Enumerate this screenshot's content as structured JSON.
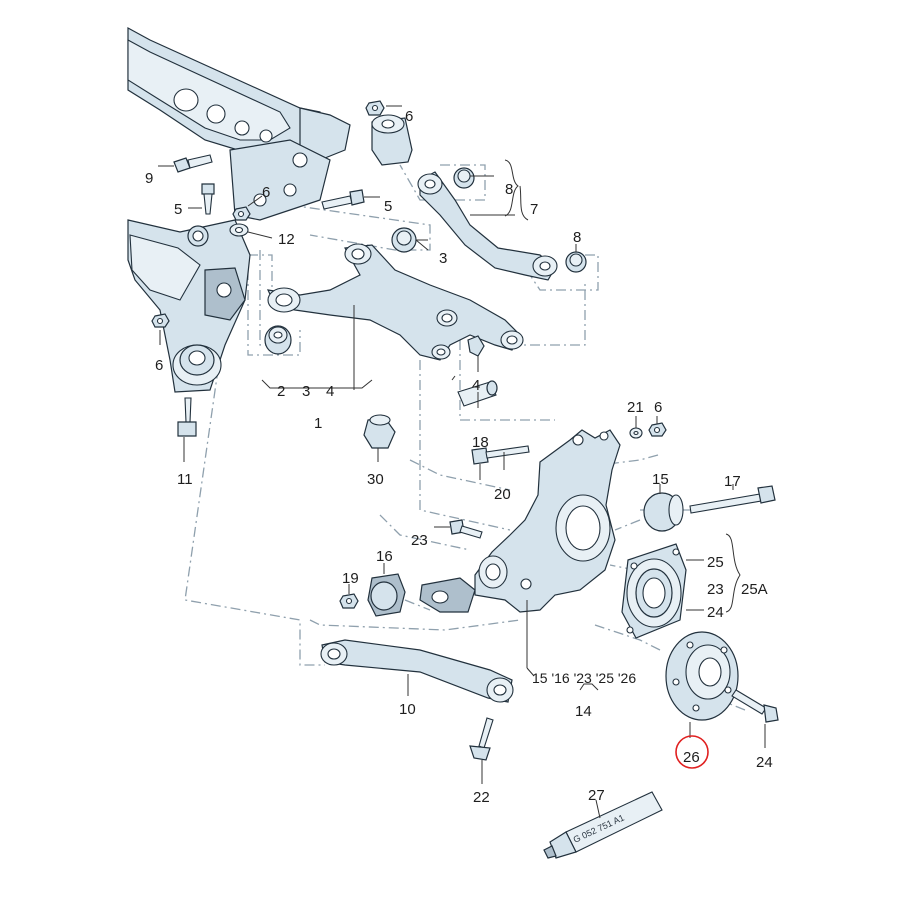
{
  "labels": {
    "l1": "1",
    "l2": "2",
    "l3a": "3",
    "l4a": "4",
    "l3b": "3",
    "l4b": "4",
    "l5a": "5",
    "l5b": "5",
    "l6a": "6",
    "l6b": "6",
    "l6c": "6",
    "l6d": "6",
    "l7": "7",
    "l8a": "8",
    "l8b": "8",
    "l9": "9",
    "l10": "10",
    "l11": "11",
    "l12": "12",
    "l14": "14",
    "l15a": "15",
    "l16": "16",
    "l17": "17",
    "l18": "18",
    "l19": "19",
    "l20": "20",
    "l21": "21",
    "l22": "22",
    "l23a": "23",
    "l23b": "23",
    "l24a": "24",
    "l24b": "24",
    "l25": "25",
    "l25A": "25A",
    "l26": "26",
    "l27": "27",
    "l30": "30",
    "group14": "15 '16 '23 '25 '26"
  },
  "tube_text": "G 052 751 A1",
  "highlighted_label": "26",
  "colors": {
    "part_fill": "#d5e3ec",
    "part_outline": "#22313d",
    "dash_line": "#8fa0ad",
    "highlight": "#e02020"
  }
}
